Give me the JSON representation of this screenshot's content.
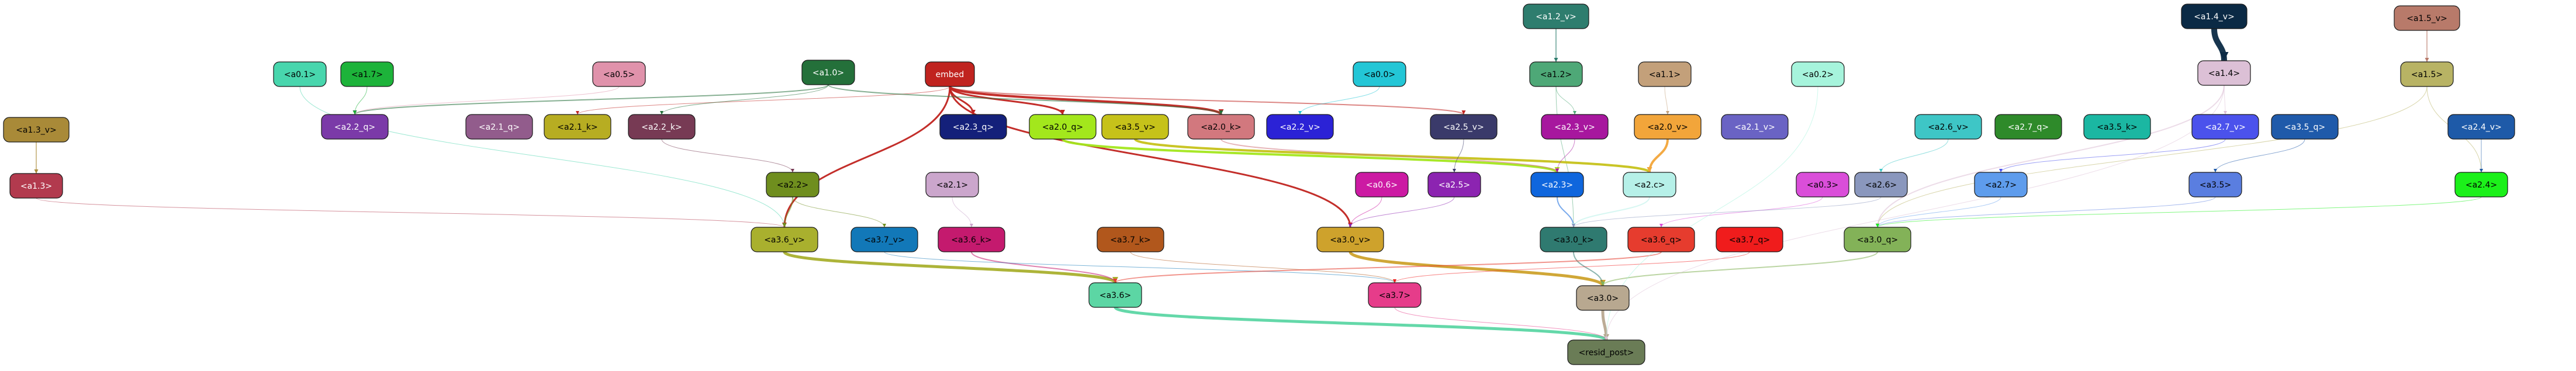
{
  "nodes": [
    {
      "id": "a1_2_v",
      "label": "<a1.2_v>",
      "fill": "#2e7d6e",
      "text": "#ffffff"
    },
    {
      "id": "a1_4_v",
      "label": "<a1.4_v>",
      "fill": "#0b2a45",
      "text": "#ffffff"
    },
    {
      "id": "a1_5_v",
      "label": "<a1.5_v>",
      "fill": "#b87a6a",
      "text": "#000000"
    },
    {
      "id": "a0_1",
      "label": "<a0.1>",
      "fill": "#48d6ad",
      "text": "#000000"
    },
    {
      "id": "a1_7",
      "label": "<a1.7>",
      "fill": "#1db33a",
      "text": "#000000"
    },
    {
      "id": "a0_5",
      "label": "<a0.5>",
      "fill": "#e092ab",
      "text": "#000000"
    },
    {
      "id": "a1_0",
      "label": "<a1.0>",
      "fill": "#24703a",
      "text": "#ffffff"
    },
    {
      "id": "embed",
      "label": "embed",
      "fill": "#c0231f",
      "text": "#ffffff"
    },
    {
      "id": "a0_0",
      "label": "<a0.0>",
      "fill": "#23c6d6",
      "text": "#000000"
    },
    {
      "id": "a1_2",
      "label": "<a1.2>",
      "fill": "#4ea877",
      "text": "#000000"
    },
    {
      "id": "a1_1",
      "label": "<a1.1>",
      "fill": "#c3a07a",
      "text": "#000000"
    },
    {
      "id": "a0_2",
      "label": "<a0.2>",
      "fill": "#a6f4dc",
      "text": "#000000"
    },
    {
      "id": "a1_4",
      "label": "<a1.4>",
      "fill": "#dcc0d6",
      "text": "#000000"
    },
    {
      "id": "a1_5",
      "label": "<a1.5>",
      "fill": "#b8b364",
      "text": "#000000"
    },
    {
      "id": "a1_3_v",
      "label": "<a1.3_v>",
      "fill": "#a98a38",
      "text": "#000000"
    },
    {
      "id": "a2_2_q",
      "label": "<a2.2_q>",
      "fill": "#7b3aa8",
      "text": "#ffffff"
    },
    {
      "id": "a2_1_q",
      "label": "<a2.1_q>",
      "fill": "#925c8c",
      "text": "#ffffff"
    },
    {
      "id": "a2_1_k",
      "label": "<a2.1_k>",
      "fill": "#b7ad22",
      "text": "#000000"
    },
    {
      "id": "a2_2_k",
      "label": "<a2.2_k>",
      "fill": "#773a54",
      "text": "#ffffff"
    },
    {
      "id": "a2_3_q",
      "label": "<a2.3_q>",
      "fill": "#14207a",
      "text": "#ffffff"
    },
    {
      "id": "a2_0_q",
      "label": "<a2.0_q>",
      "fill": "#a3e71c",
      "text": "#000000"
    },
    {
      "id": "a3_5_v",
      "label": "<a3.5_v>",
      "fill": "#c6c21a",
      "text": "#000000"
    },
    {
      "id": "a2_0_k",
      "label": "<a2.0_k>",
      "fill": "#d2787e",
      "text": "#000000"
    },
    {
      "id": "a2_2_v",
      "label": "<a2.2_v>",
      "fill": "#2b22d6",
      "text": "#ffffff"
    },
    {
      "id": "a2_5_v",
      "label": "<a2.5_v>",
      "fill": "#3a3a6a",
      "text": "#ffffff"
    },
    {
      "id": "a2_3_v",
      "label": "<a2.3_v>",
      "fill": "#a7179e",
      "text": "#ffffff"
    },
    {
      "id": "a2_0_v",
      "label": "<a2.0_v>",
      "fill": "#f2a53a",
      "text": "#000000"
    },
    {
      "id": "a2_1_v",
      "label": "<a2.1_v>",
      "fill": "#6a63c4",
      "text": "#ffffff"
    },
    {
      "id": "a2_6_v",
      "label": "<a2.6_v>",
      "fill": "#3ec6c6",
      "text": "#000000"
    },
    {
      "id": "a2_7_q",
      "label": "<a2.7_q>",
      "fill": "#2e8a2a",
      "text": "#ffffff"
    },
    {
      "id": "a3_5_k",
      "label": "<a3.5_k>",
      "fill": "#1bb7a2",
      "text": "#000000"
    },
    {
      "id": "a2_7_v",
      "label": "<a2.7_v>",
      "fill": "#4b52ec",
      "text": "#ffffff"
    },
    {
      "id": "a3_5_q",
      "label": "<a3.5_q>",
      "fill": "#1f5aaa",
      "text": "#ffffff"
    },
    {
      "id": "a2_4_v",
      "label": "<a2.4_v>",
      "fill": "#1e5aa8",
      "text": "#ffffff"
    },
    {
      "id": "a1_3",
      "label": "<a1.3>",
      "fill": "#b23a4e",
      "text": "#ffffff"
    },
    {
      "id": "a2_2",
      "label": "<a2.2>",
      "fill": "#6f8e1e",
      "text": "#000000"
    },
    {
      "id": "a2_1",
      "label": "<a2.1>",
      "fill": "#cba6cc",
      "text": "#000000"
    },
    {
      "id": "a0_6",
      "label": "<a0.6>",
      "fill": "#cc1aa3",
      "text": "#ffffff"
    },
    {
      "id": "a2_5",
      "label": "<a2.5>",
      "fill": "#8c24b1",
      "text": "#ffffff"
    },
    {
      "id": "a2_3",
      "label": "<a2.3>",
      "fill": "#0f66dd",
      "text": "#ffffff"
    },
    {
      "id": "a2_c",
      "label": "<a2.c>",
      "fill": "#b6f0e8",
      "text": "#000000"
    },
    {
      "id": "a0_3",
      "label": "<a0.3>",
      "fill": "#da4ed9",
      "text": "#000000"
    },
    {
      "id": "a2_6",
      "label": "<a2.6>",
      "fill": "#8a97bd",
      "text": "#000000"
    },
    {
      "id": "a2_7",
      "label": "<a2.7>",
      "fill": "#5e9cec",
      "text": "#000000"
    },
    {
      "id": "a3_5",
      "label": "<a3.5>",
      "fill": "#5a7ee0",
      "text": "#000000"
    },
    {
      "id": "a2_4",
      "label": "<a2.4>",
      "fill": "#1cf01a",
      "text": "#000000"
    },
    {
      "id": "a3_6_v",
      "label": "<a3.6_v>",
      "fill": "#a9b02e",
      "text": "#000000"
    },
    {
      "id": "a3_7_v",
      "label": "<a3.7_v>",
      "fill": "#1278b8",
      "text": "#000000"
    },
    {
      "id": "a3_6_k",
      "label": "<a3.6_k>",
      "fill": "#c41a6e",
      "text": "#000000"
    },
    {
      "id": "a3_7_k",
      "label": "<a3.7_k>",
      "fill": "#b1571c",
      "text": "#000000"
    },
    {
      "id": "a3_0_v",
      "label": "<a3.0_v>",
      "fill": "#cea22c",
      "text": "#000000"
    },
    {
      "id": "a3_0_k",
      "label": "<a3.0_k>",
      "fill": "#2f7a70",
      "text": "#000000"
    },
    {
      "id": "a3_6_q",
      "label": "<a3.6_q>",
      "fill": "#e63c2e",
      "text": "#000000"
    },
    {
      "id": "a3_7_q",
      "label": "<a3.7_q>",
      "fill": "#f01c1c",
      "text": "#000000"
    },
    {
      "id": "a3_0_q",
      "label": "<a3.0_q>",
      "fill": "#83b258",
      "text": "#000000"
    },
    {
      "id": "a3_6",
      "label": "<a3.6>",
      "fill": "#5cd6a4",
      "text": "#000000"
    },
    {
      "id": "a3_7",
      "label": "<a3.7>",
      "fill": "#e63c8a",
      "text": "#000000"
    },
    {
      "id": "a3_0",
      "label": "<a3.0>",
      "fill": "#b8a890",
      "text": "#000000"
    },
    {
      "id": "resid_post",
      "label": "<resid_post>",
      "fill": "#6a7c56",
      "text": "#000000"
    }
  ],
  "edges": [
    {
      "from": "a1_2_v",
      "to": "a1_2",
      "color": "#2e7d6e",
      "weight": 2
    },
    {
      "from": "a1_4_v",
      "to": "a1_4",
      "color": "#0b2a45",
      "weight": 10
    },
    {
      "from": "a1_5_v",
      "to": "a1_5",
      "color": "#b87a6a",
      "weight": 2
    },
    {
      "from": "a1_3_v",
      "to": "a1_3",
      "color": "#a98a38",
      "weight": 2
    },
    {
      "from": "embed",
      "to": "a2_3_q",
      "color": "#c0231f",
      "weight": 3
    },
    {
      "from": "embed",
      "to": "a2_0_q",
      "color": "#c0231f",
      "weight": 3
    },
    {
      "from": "embed",
      "to": "a2_0_k",
      "color": "#c0231f",
      "weight": 4
    },
    {
      "from": "embed",
      "to": "a3_6_v",
      "color": "#c0231f",
      "weight": 3
    },
    {
      "from": "embed",
      "to": "a3_0_v",
      "color": "#c0231f",
      "weight": 3
    },
    {
      "from": "embed",
      "to": "a2_5_v",
      "color": "#c0231f",
      "weight": 2
    },
    {
      "from": "embed",
      "to": "a2_1_k",
      "color": "#c0231f",
      "weight": 1
    },
    {
      "from": "a1_0",
      "to": "a2_2_q",
      "color": "#24703a",
      "weight": 2
    },
    {
      "from": "a1_0",
      "to": "a2_2_k",
      "color": "#24703a",
      "weight": 1
    },
    {
      "from": "a1_0",
      "to": "a2_0_k",
      "color": "#24703a",
      "weight": 2
    },
    {
      "from": "a1_2",
      "to": "a2_3_v",
      "color": "#4ea877",
      "weight": 1
    },
    {
      "from": "a1_2",
      "to": "a3_0_k",
      "color": "#4ea877",
      "weight": 1
    },
    {
      "from": "a1_1",
      "to": "a2_0_v",
      "color": "#c3a07a",
      "weight": 1
    },
    {
      "from": "a1_4",
      "to": "a2_7_v",
      "color": "#dcc0d6",
      "weight": 1
    },
    {
      "from": "a1_4",
      "to": "a3_0_q",
      "color": "#dcc0d6",
      "weight": 2
    },
    {
      "from": "a1_5",
      "to": "a2_4",
      "color": "#b8b364",
      "weight": 1
    },
    {
      "from": "a1_5",
      "to": "a3_0_q",
      "color": "#b8b364",
      "weight": 1
    },
    {
      "from": "a0_0",
      "to": "a2_2_v",
      "color": "#23c6d6",
      "weight": 1
    },
    {
      "from": "a0_1",
      "to": "a3_6_v",
      "color": "#48d6ad",
      "weight": 1
    },
    {
      "from": "a0_5",
      "to": "a2_2_q",
      "color": "#e092ab",
      "weight": 1
    },
    {
      "from": "a1_7",
      "to": "a2_2_q",
      "color": "#1db33a",
      "weight": 1
    },
    {
      "from": "a2_0_q",
      "to": "a2_3",
      "color": "#a3e71c",
      "weight": 4
    },
    {
      "from": "a3_5_v",
      "to": "a2_c",
      "color": "#c6c21a",
      "weight": 4
    },
    {
      "from": "a2_0_v",
      "to": "a2_c",
      "color": "#f2a53a",
      "weight": 4
    },
    {
      "from": "a2_0_k",
      "to": "a2_3",
      "color": "#d2787e",
      "weight": 2
    },
    {
      "from": "a2_2_k",
      "to": "a2_2",
      "color": "#773a54",
      "weight": 1
    },
    {
      "from": "a2_5_v",
      "to": "a2_5",
      "color": "#3a3a6a",
      "weight": 1
    },
    {
      "from": "a2_3_v",
      "to": "a2_3",
      "color": "#a7179e",
      "weight": 1
    },
    {
      "from": "a2_6_v",
      "to": "a2_6",
      "color": "#3ec6c6",
      "weight": 1
    },
    {
      "from": "a2_7_v",
      "to": "a2_7",
      "color": "#4b52ec",
      "weight": 1
    },
    {
      "from": "a3_5_q",
      "to": "a3_5",
      "color": "#1f5aaa",
      "weight": 1
    },
    {
      "from": "a2_4_v",
      "to": "a2_4",
      "color": "#1e5aa8",
      "weight": 1
    },
    {
      "from": "a1_3",
      "to": "a3_6_v",
      "color": "#b23a4e",
      "weight": 1
    },
    {
      "from": "a2_2",
      "to": "a3_6_v",
      "color": "#6f8e1e",
      "weight": 2
    },
    {
      "from": "a2_2",
      "to": "a3_7_v",
      "color": "#6f8e1e",
      "weight": 1
    },
    {
      "from": "a2_1",
      "to": "a3_6_k",
      "color": "#cba6cc",
      "weight": 1
    },
    {
      "from": "a0_6",
      "to": "a3_0_v",
      "color": "#cc1aa3",
      "weight": 1
    },
    {
      "from": "a2_5",
      "to": "a3_0_v",
      "color": "#8c24b1",
      "weight": 1
    },
    {
      "from": "a2_3",
      "to": "a3_0_k",
      "color": "#0f66dd",
      "weight": 2
    },
    {
      "from": "a2_c",
      "to": "a3_0_k",
      "color": "#b6f0e8",
      "weight": 2
    },
    {
      "from": "a0_3",
      "to": "a3_6_q",
      "color": "#da4ed9",
      "weight": 1
    },
    {
      "from": "a2_6",
      "to": "a3_0_k",
      "color": "#8a97bd",
      "weight": 1
    },
    {
      "from": "a2_7",
      "to": "a3_0_q",
      "color": "#5e9cec",
      "weight": 1
    },
    {
      "from": "a3_5",
      "to": "a3_0_q",
      "color": "#5a7ee0",
      "weight": 1
    },
    {
      "from": "a2_4",
      "to": "a3_0_q",
      "color": "#1cf01a",
      "weight": 1
    },
    {
      "from": "a3_6_v",
      "to": "a3_6",
      "color": "#a9b02e",
      "weight": 5
    },
    {
      "from": "a3_6_k",
      "to": "a3_6",
      "color": "#c41a6e",
      "weight": 2
    },
    {
      "from": "a3_7_v",
      "to": "a3_7",
      "color": "#1278b8",
      "weight": 1
    },
    {
      "from": "a3_7_k",
      "to": "a3_7",
      "color": "#b1571c",
      "weight": 1
    },
    {
      "from": "a3_0_v",
      "to": "a3_0",
      "color": "#cea22c",
      "weight": 5
    },
    {
      "from": "a3_0_k",
      "to": "a3_0",
      "color": "#2f7a70",
      "weight": 2
    },
    {
      "from": "a3_6_q",
      "to": "a3_6",
      "color": "#e63c2e",
      "weight": 2
    },
    {
      "from": "a3_7_q",
      "to": "a3_7",
      "color": "#f01c1c",
      "weight": 1
    },
    {
      "from": "a3_0_q",
      "to": "a3_0",
      "color": "#83b258",
      "weight": 2
    },
    {
      "from": "a3_6",
      "to": "resid_post",
      "color": "#5cd6a4",
      "weight": 5
    },
    {
      "from": "a3_7",
      "to": "resid_post",
      "color": "#e63c8a",
      "weight": 1
    },
    {
      "from": "a3_0",
      "to": "resid_post",
      "color": "#b8a890",
      "weight": 5
    },
    {
      "from": "a0_2",
      "to": "resid_post",
      "color": "#a6f4dc",
      "weight": 1
    },
    {
      "from": "a1_4",
      "to": "resid_post",
      "color": "#dcc0d6",
      "weight": 1
    }
  ]
}
